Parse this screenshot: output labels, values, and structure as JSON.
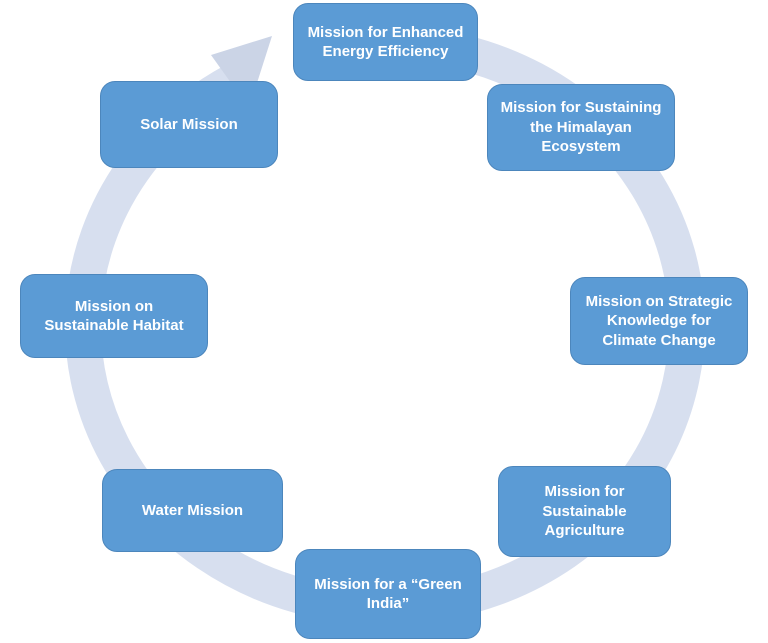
{
  "diagram": {
    "type": "cycle",
    "description_direction": "clockwise",
    "colors": {
      "box": "#5B9BD5",
      "box-border": "#4C86BC",
      "label": "#FFFFFF",
      "ring": "#D7DFEF",
      "arrow": "#CBD4E6"
    },
    "nodes": [
      {
        "id": "enhanced-energy-efficiency",
        "label": "Mission for Enhanced Energy Efficiency"
      },
      {
        "id": "himalayan-ecosystem",
        "label": "Mission for Sustaining the Himalayan Ecosystem"
      },
      {
        "id": "strategic-knowledge",
        "label": "Mission on Strategic Knowledge for Climate Change"
      },
      {
        "id": "sustainable-agriculture",
        "label": "Mission for Sustainable Agriculture"
      },
      {
        "id": "green-india",
        "label": "Mission for a “Green India”"
      },
      {
        "id": "water",
        "label": "Water Mission"
      },
      {
        "id": "sustainable-habitat",
        "label": "Mission on Sustainable Habitat"
      },
      {
        "id": "solar",
        "label": "Solar Mission"
      }
    ]
  }
}
